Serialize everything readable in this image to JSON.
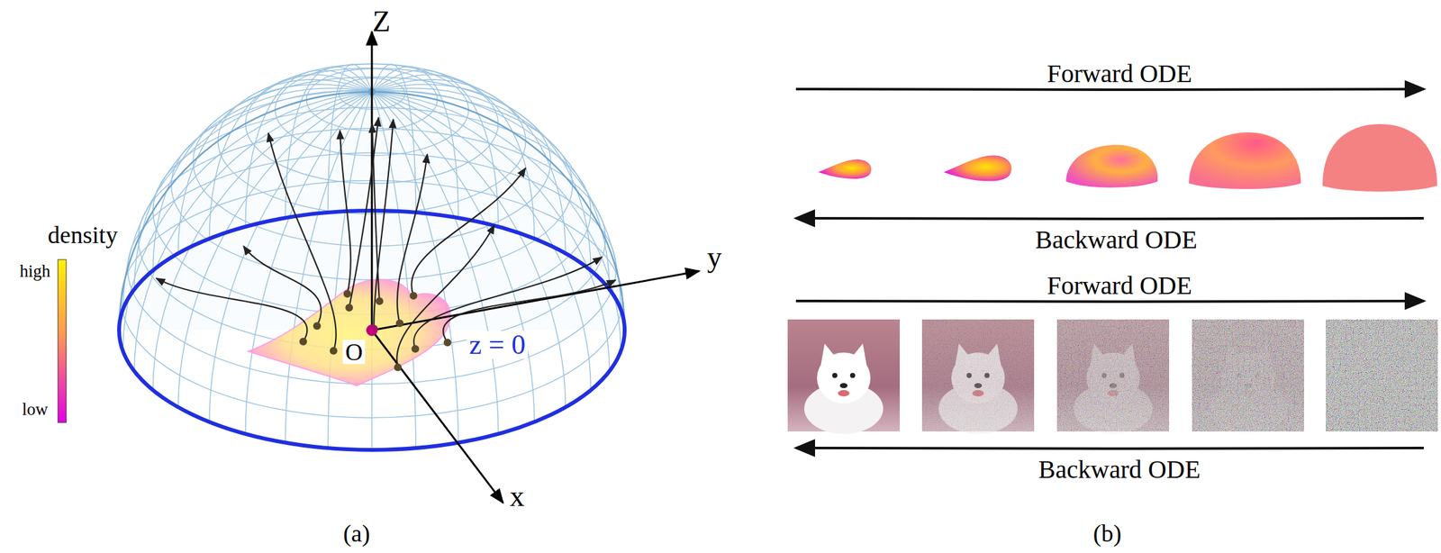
{
  "diagram": {
    "labels": [
      "Z",
      "y",
      "x",
      "O",
      "z = 0",
      "density",
      "high",
      "low",
      "(a)",
      "Forward ODE",
      "Backward ODE",
      "Forward ODE",
      "Backward ODE",
      "(b)"
    ]
  }
}
